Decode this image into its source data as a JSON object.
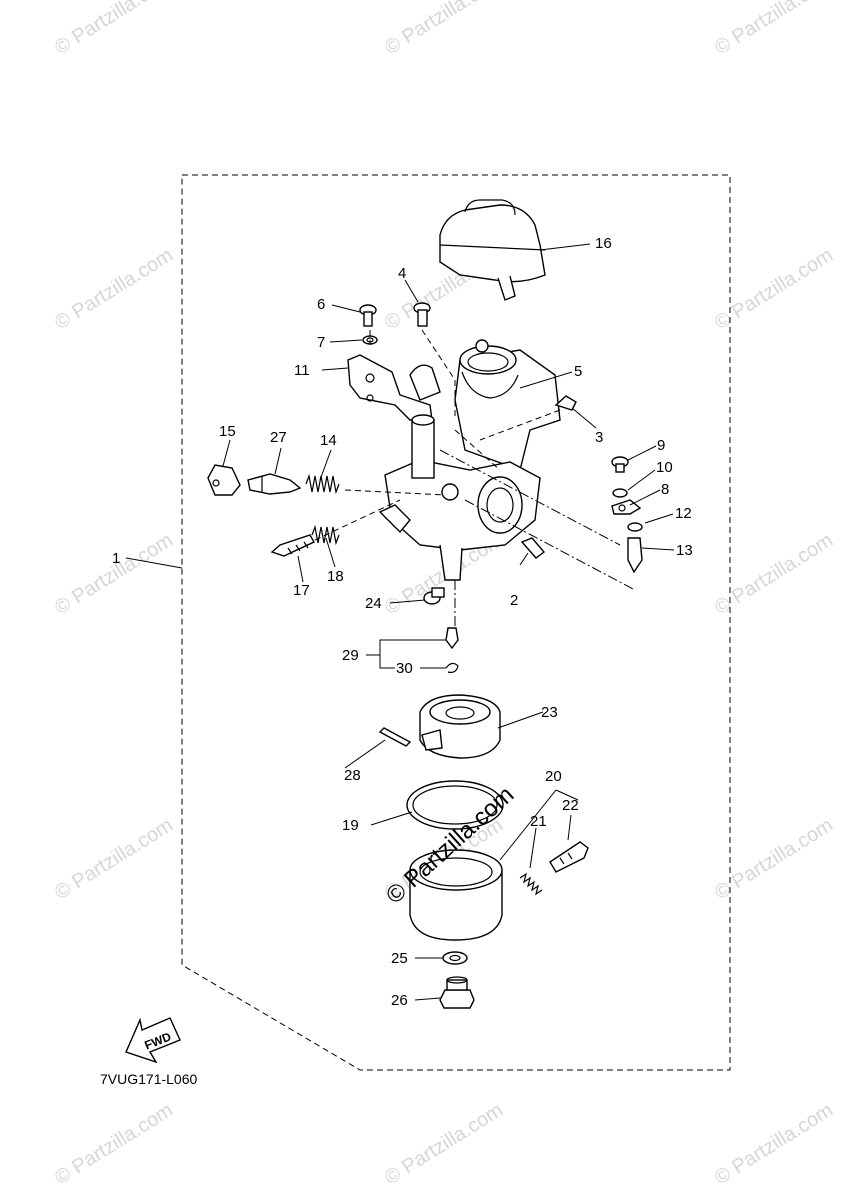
{
  "diagram": {
    "reference_code": "7VUG171-L060",
    "fwd_label": "FWD",
    "watermark_text": "© Partzilla.com",
    "colors": {
      "line": "#000000",
      "watermark": "#d6d6d6",
      "background": "#ffffff"
    },
    "callouts": [
      {
        "id": "1",
        "label": "1"
      },
      {
        "id": "2",
        "label": "2"
      },
      {
        "id": "3",
        "label": "3"
      },
      {
        "id": "4",
        "label": "4"
      },
      {
        "id": "5",
        "label": "5"
      },
      {
        "id": "6",
        "label": "6"
      },
      {
        "id": "7",
        "label": "7"
      },
      {
        "id": "8",
        "label": "8"
      },
      {
        "id": "9",
        "label": "9"
      },
      {
        "id": "10",
        "label": "10"
      },
      {
        "id": "11",
        "label": "11"
      },
      {
        "id": "12",
        "label": "12"
      },
      {
        "id": "13",
        "label": "13"
      },
      {
        "id": "14",
        "label": "14"
      },
      {
        "id": "15",
        "label": "15"
      },
      {
        "id": "16",
        "label": "16"
      },
      {
        "id": "17",
        "label": "17"
      },
      {
        "id": "18",
        "label": "18"
      },
      {
        "id": "19",
        "label": "19"
      },
      {
        "id": "20",
        "label": "20"
      },
      {
        "id": "21",
        "label": "21"
      },
      {
        "id": "22",
        "label": "22"
      },
      {
        "id": "23",
        "label": "23"
      },
      {
        "id": "24",
        "label": "24"
      },
      {
        "id": "25",
        "label": "25"
      },
      {
        "id": "26",
        "label": "26"
      },
      {
        "id": "27",
        "label": "27"
      },
      {
        "id": "28",
        "label": "28"
      },
      {
        "id": "29",
        "label": "29"
      },
      {
        "id": "30",
        "label": "30"
      }
    ]
  }
}
